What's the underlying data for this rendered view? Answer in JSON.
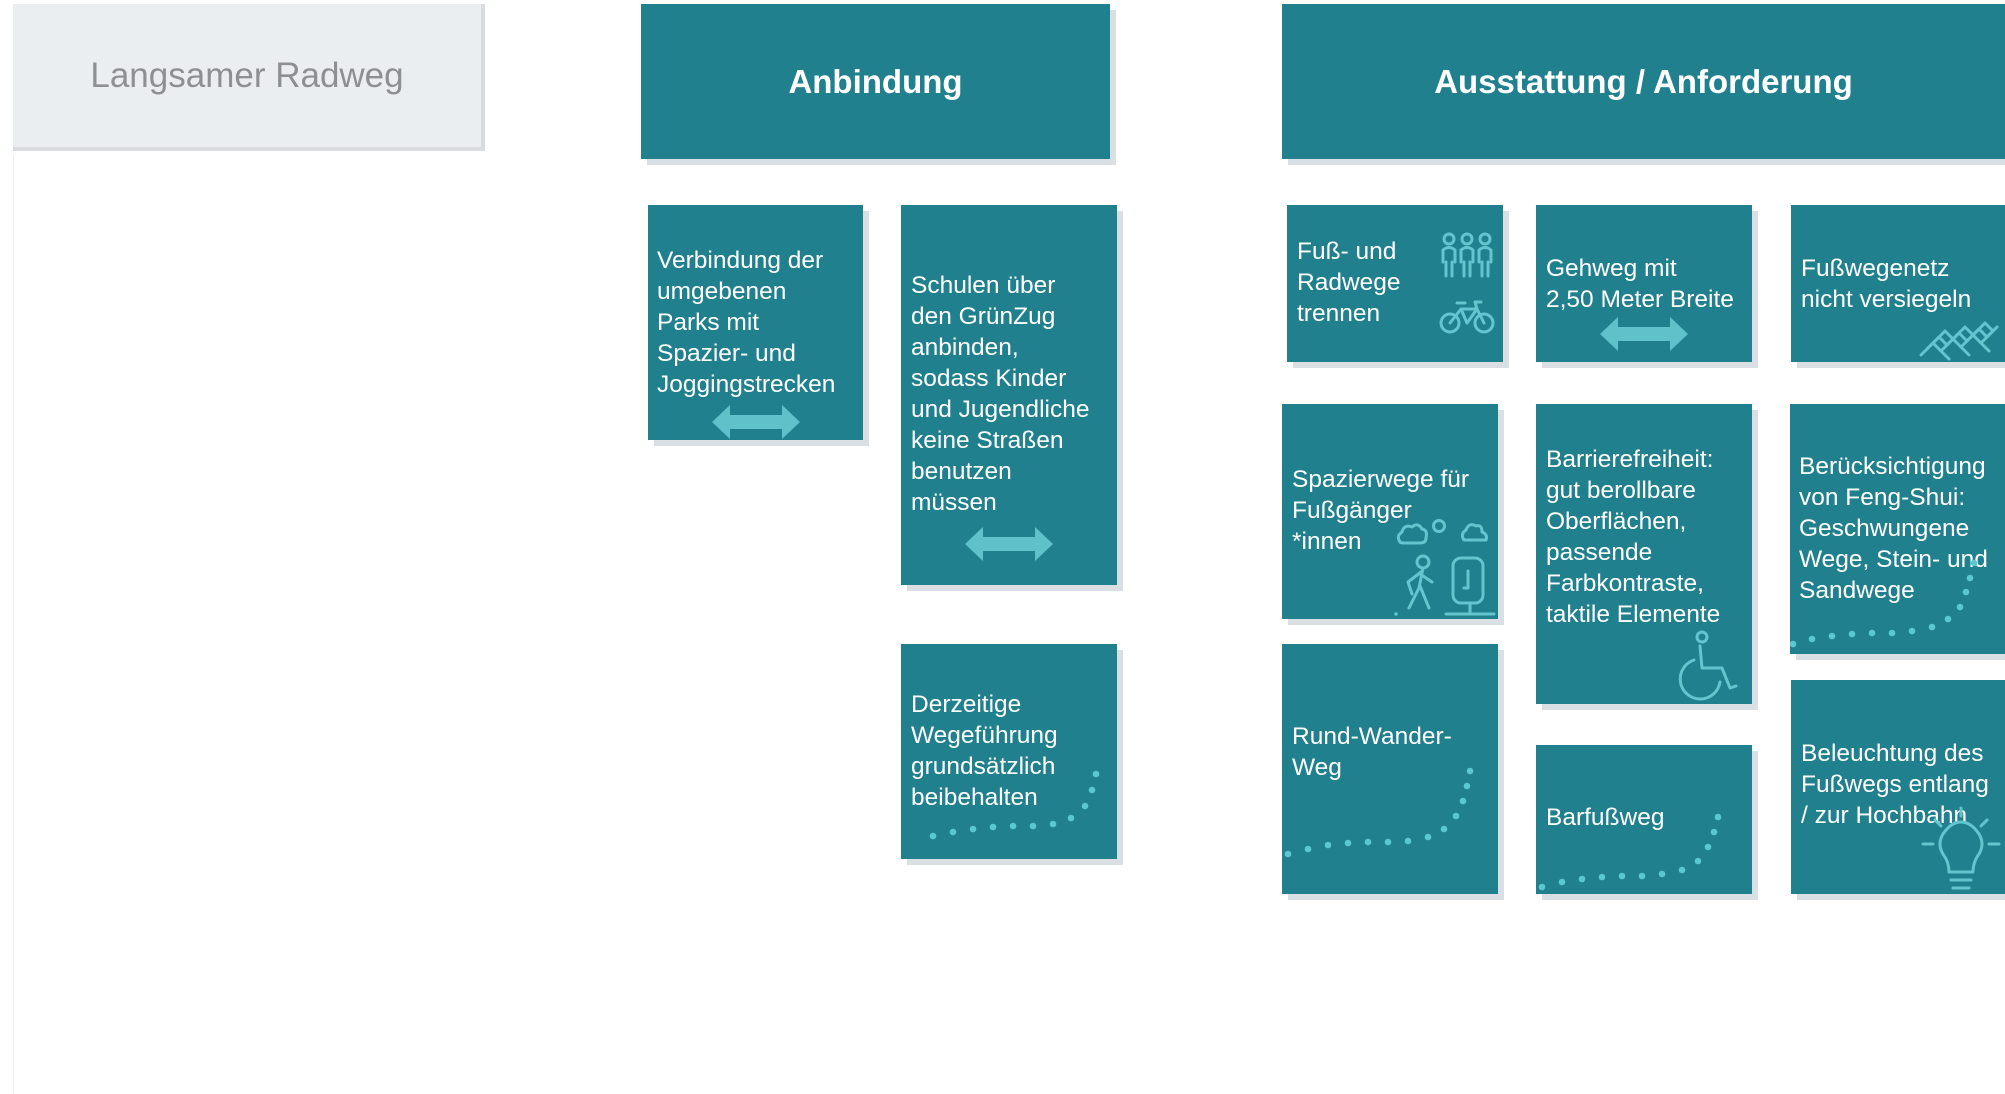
{
  "title": "Langsamer Radweg",
  "headers": {
    "anbindung": "Anbindung",
    "ausstattung": "Ausstattung / Anforderung"
  },
  "cards": {
    "parks": [
      "Verbindung der",
      "umgebenen",
      "Parks mit",
      "Spazier- und",
      "Joggingstrecken"
    ],
    "schulen": [
      "Schulen über",
      "den GrünZug",
      "anbinden,",
      "sodass Kinder",
      "und Jugendliche",
      "keine Straßen",
      "benutzen",
      "müssen"
    ],
    "wegefuehrung": [
      "Derzeitige",
      "Wegeführung",
      "grundsätzlich",
      "beibehalten"
    ],
    "trennen": [
      "Fuß- und",
      "Radwege",
      "trennen"
    ],
    "gehweg": [
      "Gehweg mit",
      "2,50 Meter Breite"
    ],
    "fusswegenetz": [
      "Fußwegenetz",
      "nicht versiegeln"
    ],
    "spazierwege": [
      "Spazierwege für",
      "Fußgänger",
      "*innen"
    ],
    "barrierefreiheit": [
      "Barrierefreiheit:",
      "gut berollbare",
      "Oberflächen,",
      "passende",
      "Farbkontraste,",
      "taktile Elemente"
    ],
    "fengshui": [
      "Berücksichtigung",
      "von Feng-Shui:",
      "Geschwungene",
      "Wege, Stein- und",
      " Sandwege"
    ],
    "rundwanderweg": [
      "Rund-Wander-",
      "Weg"
    ],
    "barfussweg": [
      "Barfußweg"
    ],
    "beleuchtung": [
      "Beleuchtung des",
      "Fußwegs entlang",
      "/ zur Hochbahn"
    ]
  },
  "colors": {
    "teal": "#21808e",
    "icon": "#5bc7d0",
    "title_bg": "#ebeef0",
    "title_text": "#8d8f91"
  },
  "icons": [
    "double-arrow-icon",
    "people-icon",
    "bicycle-icon",
    "paving-icon",
    "walker-icon",
    "wheelchair-icon",
    "dotted-path-icon",
    "lightbulb-icon"
  ]
}
